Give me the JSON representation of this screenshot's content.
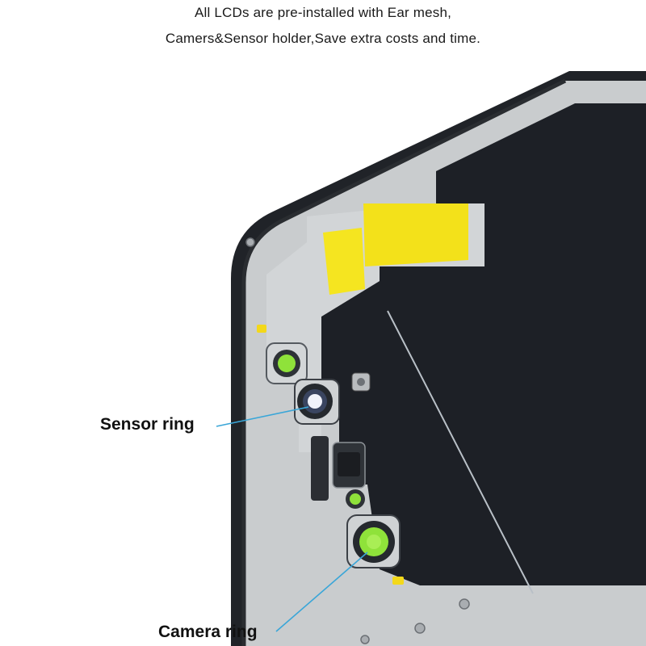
{
  "caption": {
    "line1": "All LCDs are pre-installed with Ear mesh,",
    "line2": "Camers&Sensor holder,Save extra costs and time."
  },
  "callouts": {
    "sensor_ring": "Sensor ring",
    "camera_ring": "Camera ring"
  },
  "colors": {
    "callout_line": "#3aa6d8",
    "panel_black": "#1d2026",
    "frame_metal": "#c9ccce",
    "tape_yellow": "#f3e11a",
    "lens_green": "#8fe23a"
  }
}
